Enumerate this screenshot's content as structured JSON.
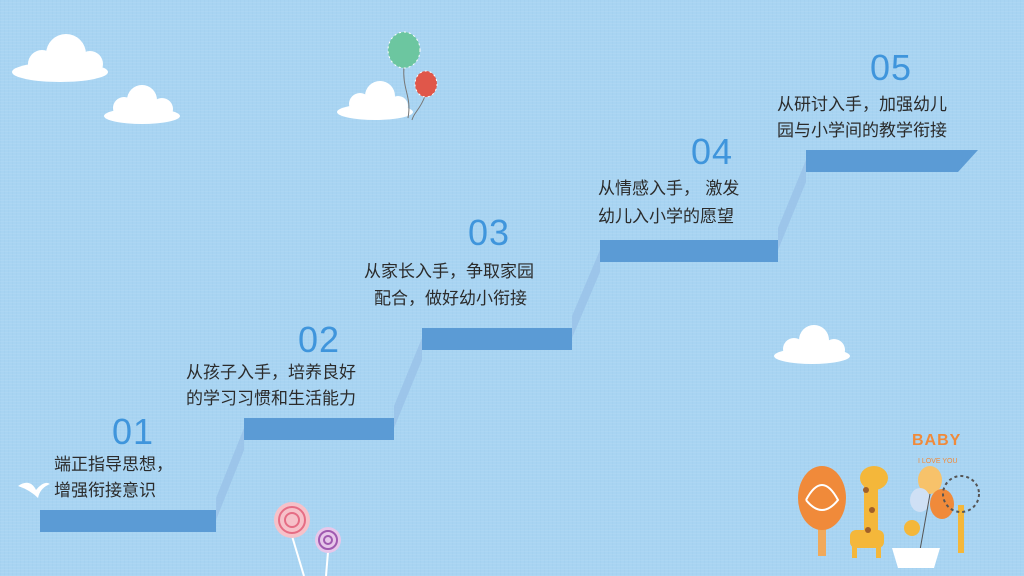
{
  "steps": [
    {
      "number": "01",
      "line1": "端正指导思想，",
      "line2": "增强衔接意识"
    },
    {
      "number": "02",
      "line1": "从孩子入手，培养良好",
      "line2": "的学习习惯和生活能力"
    },
    {
      "number": "03",
      "line1": "从家长入手，争取家园",
      "line2": "配合，做好幼小衔接"
    },
    {
      "number": "04",
      "line1": "从情感入手， 激发",
      "line2": "幼儿入小学的愿望"
    },
    {
      "number": "05",
      "line1": "从研讨入手，加强幼儿",
      "line2": "园与小学间的教学衔接"
    }
  ],
  "decor": {
    "baby_logo": "BABY",
    "love_you": "I LOVE YOU"
  },
  "colors": {
    "background": "#a8d4f2",
    "step_top": "#5b9bd5",
    "step_riser": "#9cc5ea",
    "number": "#3f95dc"
  }
}
